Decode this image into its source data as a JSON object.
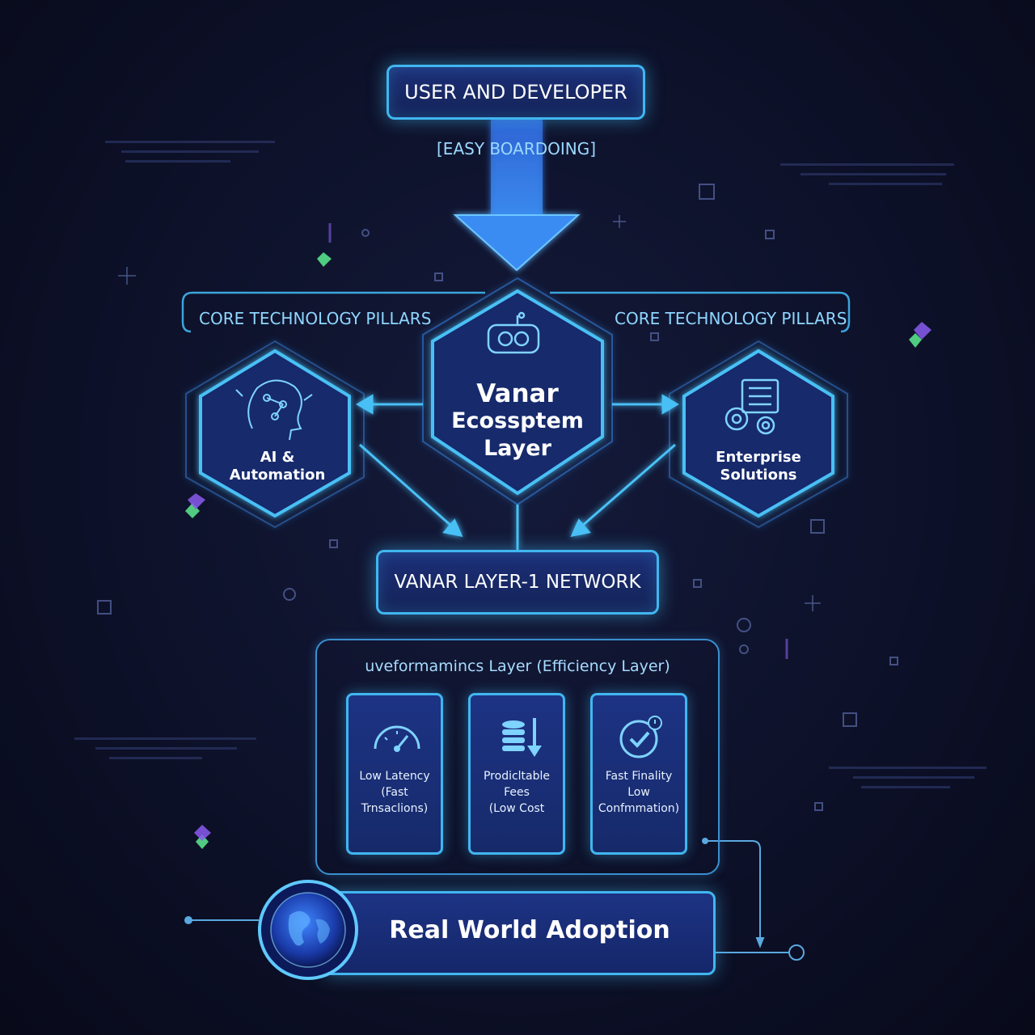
{
  "top": {
    "user_box": "USER AND DEVELOPER",
    "onboarding": "[EASY BOARDOING]"
  },
  "pillars": {
    "left_label": "CORE TECHNOLOGY PILLARS",
    "right_label": "CORE TECHNOLOGY PILLARS"
  },
  "center": {
    "line1": "Vanar",
    "line2": "Ecossptem",
    "line3": "Layer"
  },
  "left_hex": {
    "line1": "AI &",
    "line2": "Automation"
  },
  "right_hex": {
    "line1": "Enterprise",
    "line2": "Solutions"
  },
  "network": "VANAR LAYER-1 NETWORK",
  "performance": {
    "title": "uveformamincs Layer (Efficiency Layer)",
    "cards": [
      {
        "icon": "speedometer-icon",
        "line1": "Low Latency",
        "line2": "(Fast Trnsaclions)",
        "line3": ""
      },
      {
        "icon": "coin-stack-down-icon",
        "line1": "Prodicltable Fees",
        "line2": "(Low Cost",
        "line3": ""
      },
      {
        "icon": "clock-check-icon",
        "line1": "Fast Finality",
        "line2": "Low",
        "line3": "Confmmation)"
      }
    ]
  },
  "adoption": "Real World Adoption",
  "colors": {
    "accent": "#41b6f0",
    "panel": "#1c2f78",
    "background": "#0d1129"
  }
}
